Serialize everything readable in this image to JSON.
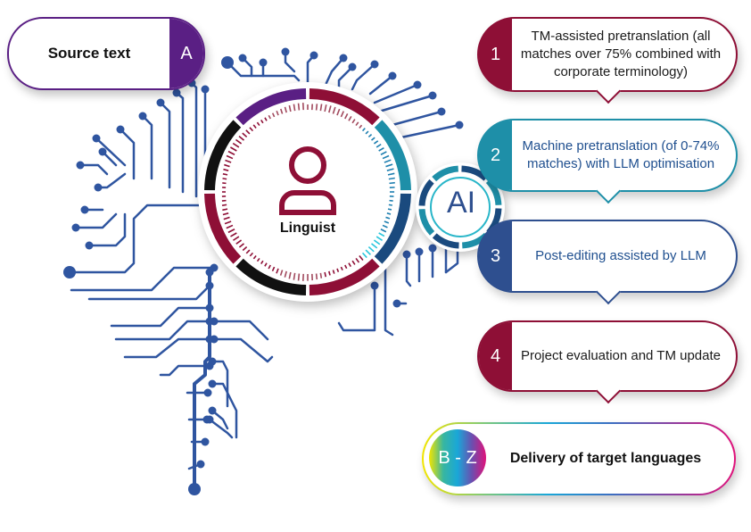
{
  "source": {
    "label": "Source text",
    "badge": "A",
    "color": "#5a1f84"
  },
  "hub": {
    "label": "Linguist",
    "icon": "person-icon",
    "color": "#8e0f36"
  },
  "ai": {
    "label": "AI",
    "color": "#2e4f8f"
  },
  "steps": [
    {
      "number": "1",
      "text": "TM-assisted pretranslation (all matches over 75% combined with corporate terminology)",
      "color": "#8e0f36"
    },
    {
      "number": "2",
      "text": "Machine pretranslation (of 0-74% matches) with LLM optimisation",
      "color": "#1e8fa8"
    },
    {
      "number": "3",
      "text": "Post-editing assisted by LLM",
      "color": "#2e4f8f"
    },
    {
      "number": "4",
      "text": "Project evaluation and TM update",
      "color": "#8e0f36"
    }
  ],
  "delivery": {
    "label": "Delivery of target languages",
    "badge": "B - Z"
  },
  "colors": {
    "circuit": "#2f55a0",
    "ring_purple": "#5a1f84",
    "ring_red": "#8e0f36",
    "ring_teal": "#1e8fa8",
    "ring_navy": "#1a4a7e",
    "ring_black": "#111111"
  }
}
